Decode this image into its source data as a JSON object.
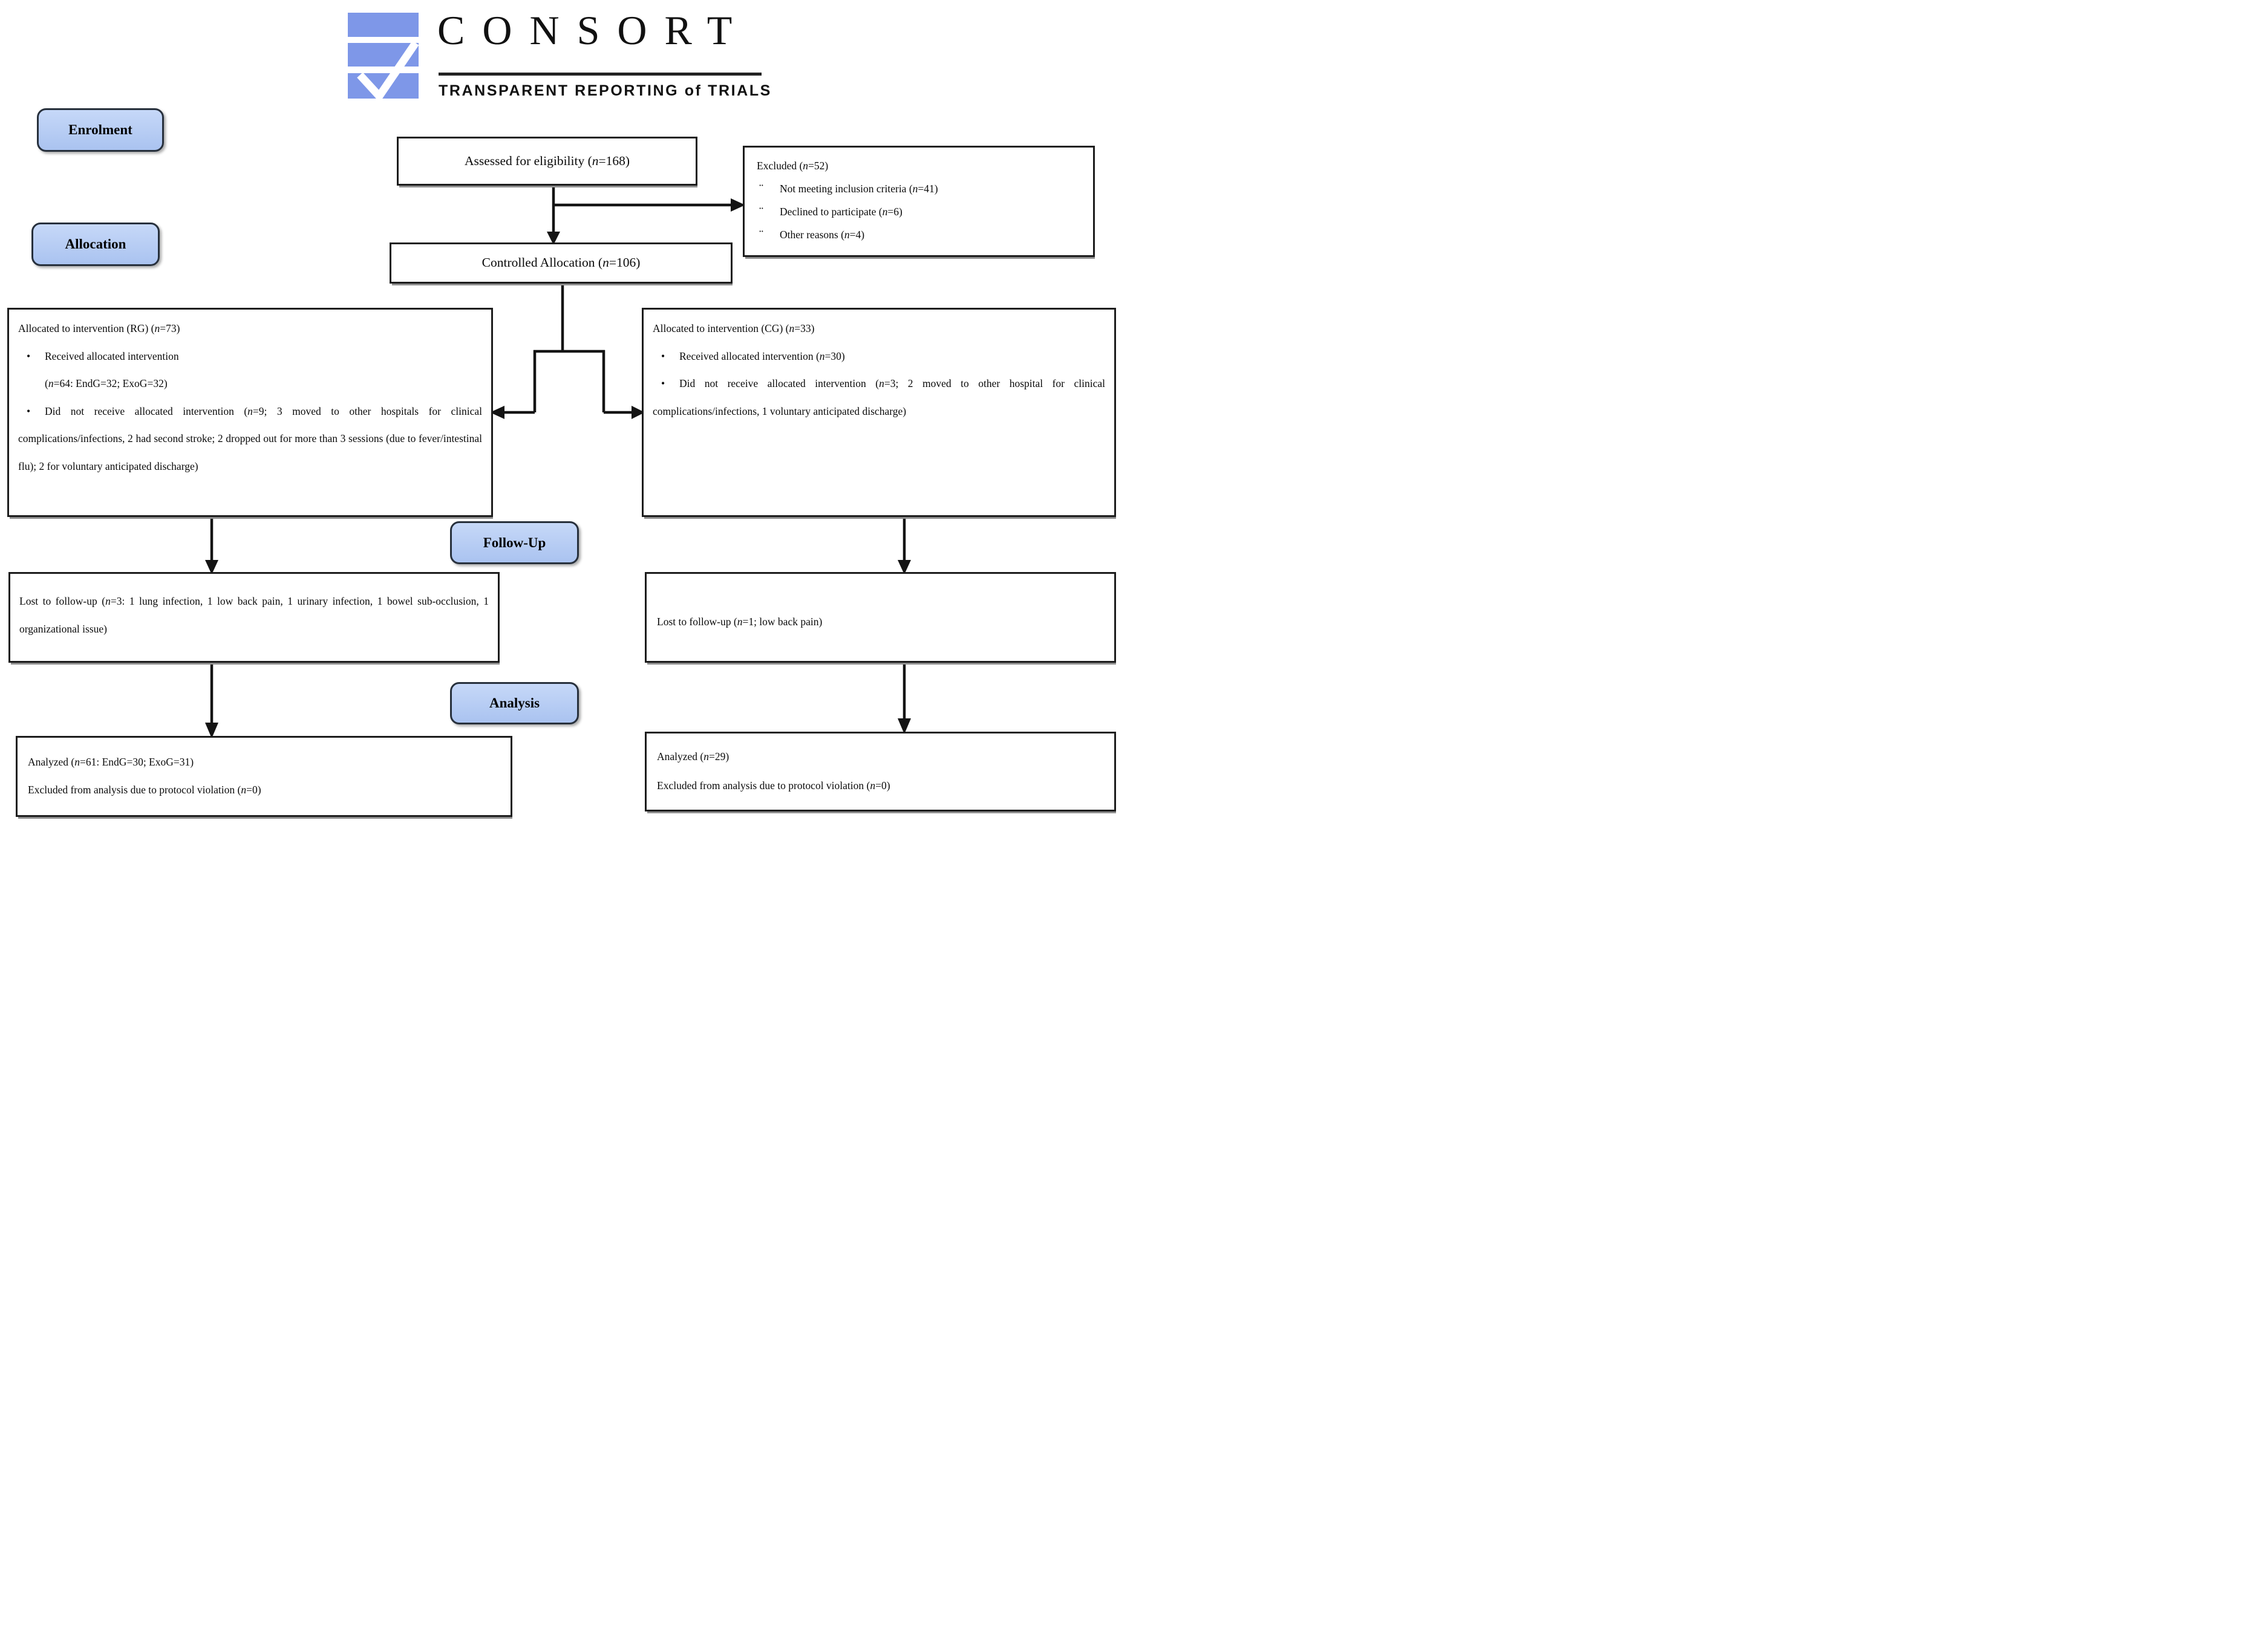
{
  "logo": {
    "title": "CONSORT",
    "tagline": "TRANSPARENT REPORTING of TRIALS",
    "brand_blue": "#7e97e8"
  },
  "stages": {
    "enrolment": "Enrolment",
    "allocation": "Allocation",
    "followup": "Follow-Up",
    "analysis": "Analysis",
    "badge_fill": "#aac3f0",
    "badge_border": "#27303c"
  },
  "boxes": {
    "assessed": {
      "text": "Assessed for eligibility (n=168)"
    },
    "excluded": {
      "bullet": "¨",
      "title": "Excluded (n=52)",
      "items": [
        "Not meeting inclusion criteria (n=41)",
        "Declined to participate (n=6)",
        "Other reasons (n=4)"
      ]
    },
    "controlled": {
      "text": "Controlled Allocation  (n=106)"
    },
    "rg": {
      "bullet": "•",
      "title": "Allocated to intervention (RG) (n=73)",
      "item1_line1": "Received allocated intervention",
      "item1_line2": "(n=64: EndG=32; ExoG=32)",
      "item2": "Did not receive allocated intervention (n=9; 3 moved to other hospitals for clinical complications/infections, 2 had second stroke; 2 dropped out for more than 3 sessions (due to fever/intestinal flu); 2  for voluntary anticipated discharge)"
    },
    "cg": {
      "bullet": "•",
      "title": "Allocated to intervention (CG) (n=33)",
      "item1": "Received allocated intervention (n=30)",
      "item2": "Did not receive allocated intervention (n=3; 2 moved to other hospital for clinical complications/infections, 1 voluntary anticipated discharge)"
    },
    "lost_rg": {
      "text": "Lost to follow-up (n=3: 1 lung infection, 1 low back pain, 1 urinary infection, 1 bowel sub-occlusion, 1 organizational issue)"
    },
    "lost_cg": {
      "text": "Lost to follow-up (n=1; low back pain)"
    },
    "analyzed_rg": {
      "line1": "Analyzed  (n=61: EndG=30; ExoG=31)",
      "line2": "Excluded from analysis due to protocol violation (n=0)"
    },
    "analyzed_cg": {
      "line1": "Analyzed (n=29)",
      "line2": "Excluded from analysis due to protocol violation (n=0)"
    }
  }
}
